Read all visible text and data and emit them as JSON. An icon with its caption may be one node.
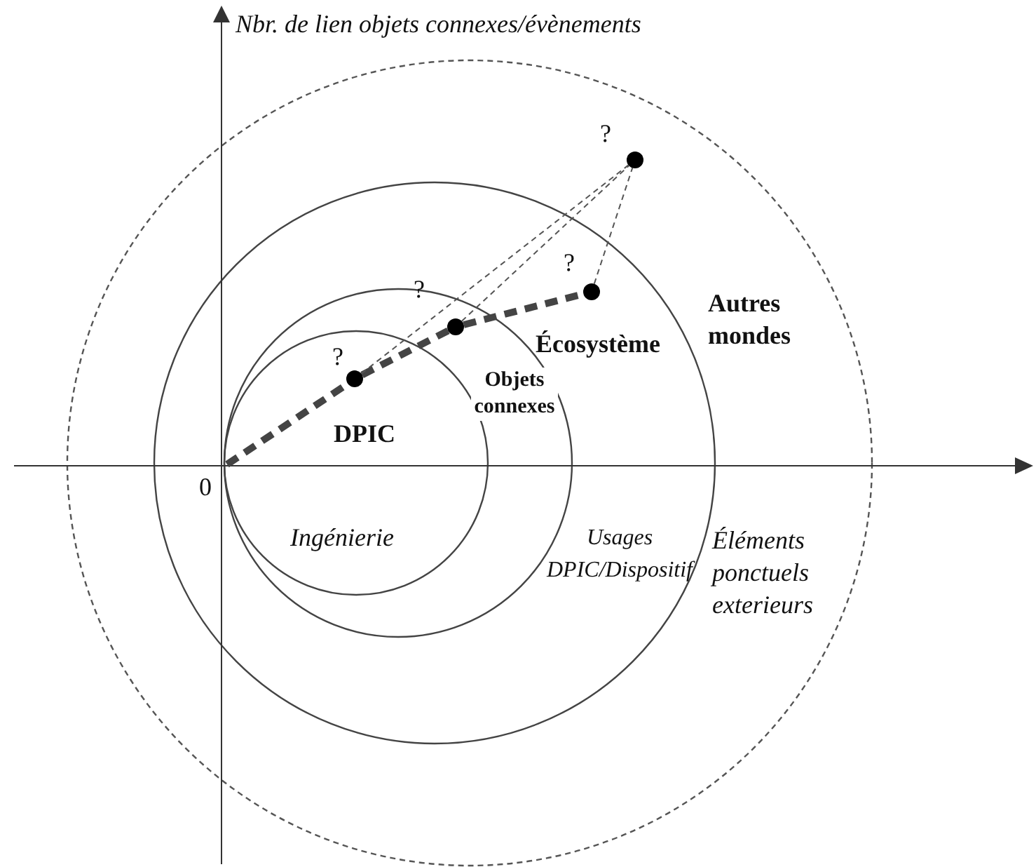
{
  "diagram": {
    "nodes": [
      {
        "text": [
          "Autres mondes",
          "Éléments ponctuels exterieurs"
        ]
      },
      {
        "text": [
          "Écosystème"
        ],
        "in": 0
      },
      {
        "text": [
          "Objets connexes",
          "Usages DPIC/Dispositif"
        ],
        "in": 1
      },
      {
        "text": [
          "DPIC",
          "Ingénierie"
        ],
        "in": 2
      },
      {
        "text": [
          "0"
        ],
        "in": 1
      },
      {
        "text": [],
        "shape": "circle",
        "beside": [
          "?"
        ],
        "in": 3
      },
      {
        "text": [],
        "shape": "circle",
        "beside": [
          "?"
        ],
        "in": 2
      },
      {
        "text": [],
        "shape": "circle",
        "beside": [
          "?"
        ],
        "in": 1
      },
      {
        "text": [],
        "shape": "circle",
        "beside": [
          "?"
        ],
        "in": 0
      }
    ],
    "edges": [
      {
        "from": 4,
        "to": 5,
        "arrow": "none",
        "style": "dashed"
      },
      {
        "from": 5,
        "to": 6,
        "arrow": "none",
        "style": "dashed"
      },
      {
        "from": 6,
        "to": 7,
        "arrow": "none",
        "style": "dashed"
      },
      {
        "from": 5,
        "to": 8,
        "arrow": "none",
        "style": "dashed"
      },
      {
        "from": 6,
        "to": 8,
        "arrow": "none",
        "style": "dashed"
      },
      {
        "from": 7,
        "to": 8,
        "arrow": "none",
        "style": "dashed"
      }
    ],
    "labels": [
      "Nbr. de lien objets connexes/évènements"
    ]
  }
}
